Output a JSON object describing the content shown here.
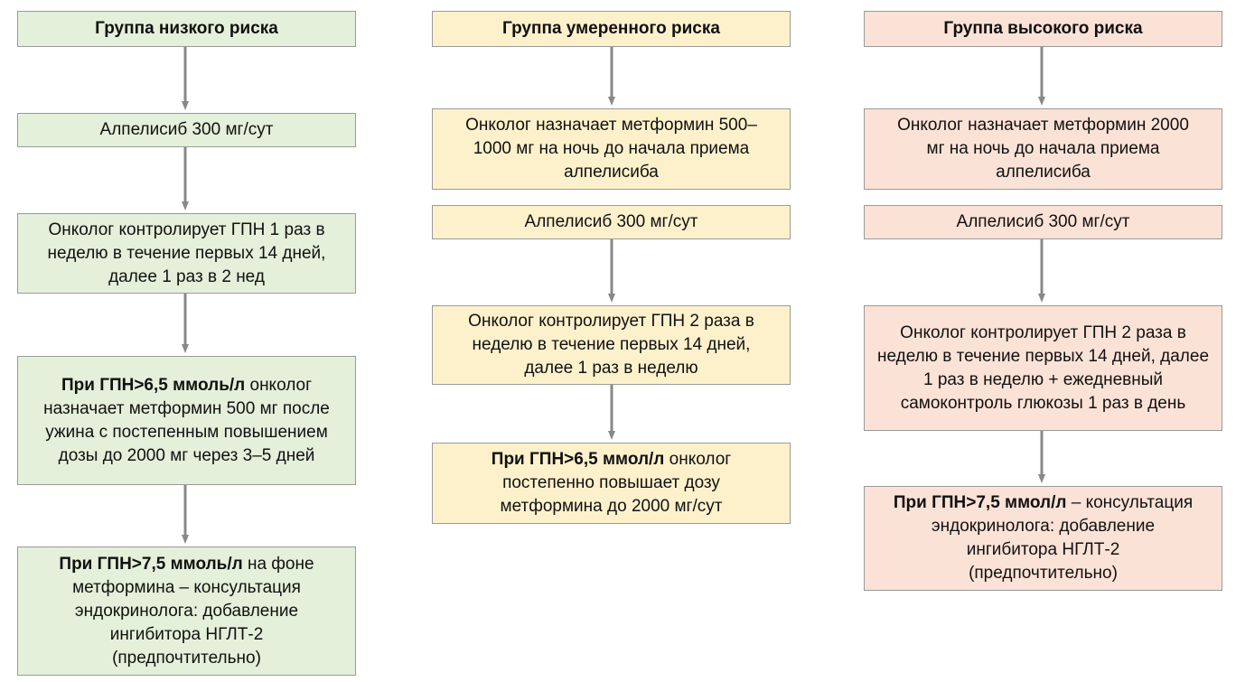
{
  "low": {
    "header": "Группа низкого риска",
    "step1": "Алпелисиб 300 мг/сут",
    "step2": "Онколог контролирует ГПН 1 раз в неделю в течение первых 14 дней, далее 1 раз в 2 нед",
    "step3_bold": "При ГПН>6,5 ммоль/л",
    "step3_rest": " онколог назначает метформин 500 мг после ужина с постепенным повышением дозы до 2000 мг через 3–5 дней",
    "step4_bold": "При ГПН>7,5 ммоль/л",
    "step4_rest": " на фоне метформина – консультация эндокринолога: добавление ингибитора НГЛТ-2 (предпочтительно)"
  },
  "moderate": {
    "header": "Группа умеренного риска",
    "step1": "Онколог назначает метформин 500–1000 мг на ночь до начала приема алпелисиба",
    "step2": "Алпелисиб 300 мг/сут",
    "step3": "Онколог контролирует ГПН 2 раза в неделю в течение первых 14 дней, далее 1 раз в неделю",
    "step4_bold": "При ГПН>6,5 ммол/л",
    "step4_rest": " онколог постепенно повышает дозу метформина до 2000 мг/сут"
  },
  "high": {
    "header": "Группа высокого риска",
    "step1": "Онколог назначает метформин 2000 мг на ночь до начала приема алпелисиба",
    "step2": "Алпелисиб 300 мг/сут",
    "step3": "Онколог контролирует ГПН 2 раза в неделю в течение первых 14 дней, далее 1 раз в неделю + ежедневный самоконтроль глюкозы 1 раз в день",
    "step4_bold": "При ГПН>7,5 ммол/л",
    "step4_rest": " – консультация эндокринолога: добавление ингибитора НГЛТ-2 (предпочтительно)"
  },
  "colors": {
    "low": "#e4f0da",
    "moderate": "#fdf1cc",
    "high": "#fbe2d6",
    "arrow": "#888888",
    "border": "#9a9a9a"
  }
}
